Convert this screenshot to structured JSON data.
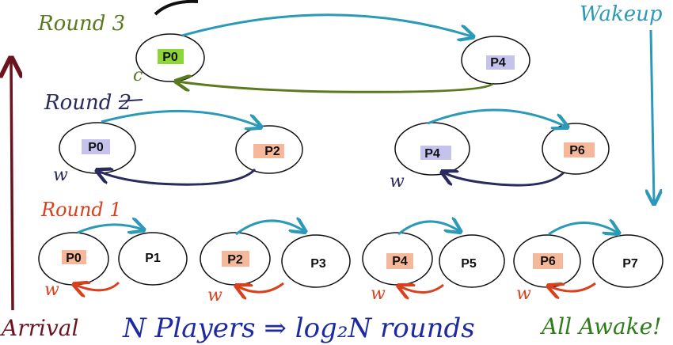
{
  "labels": {
    "round3": "Round 3",
    "round2": "Round 2",
    "round1": "Round 1",
    "wakeup": "Wakeup",
    "arrival": "Arrival",
    "footer_formula": "N Players ⇒ log₂N rounds",
    "all_awake": "All Awake!",
    "mark_c": "c",
    "mark_w": "w"
  },
  "nodes": {
    "r3_p0": "P0",
    "r3_p4": "P4",
    "r2_p0": "P0",
    "r2_p2": "P2",
    "r2_p4": "P4",
    "r2_p6": "P6",
    "r1_p0": "P0",
    "r1_p1": "P1",
    "r1_p2": "P2",
    "r1_p3": "P3",
    "r1_p4": "P4",
    "r1_p5": "P5",
    "r1_p6": "P6",
    "r1_p7": "P7"
  },
  "colors": {
    "round3": "#5a7a1e",
    "round2": "#2a2a5e",
    "round1": "#d9411e",
    "arrow_top": "#2a9ab8",
    "wakeup": "#2a9ab8",
    "arrival": "#6b1420",
    "footer": "#1d2aa0",
    "all_awake": "#2e7d1a",
    "hl_green": "#8cd63a",
    "hl_blue": "#c5c3ee",
    "hl_orange": "#f6b89a"
  }
}
